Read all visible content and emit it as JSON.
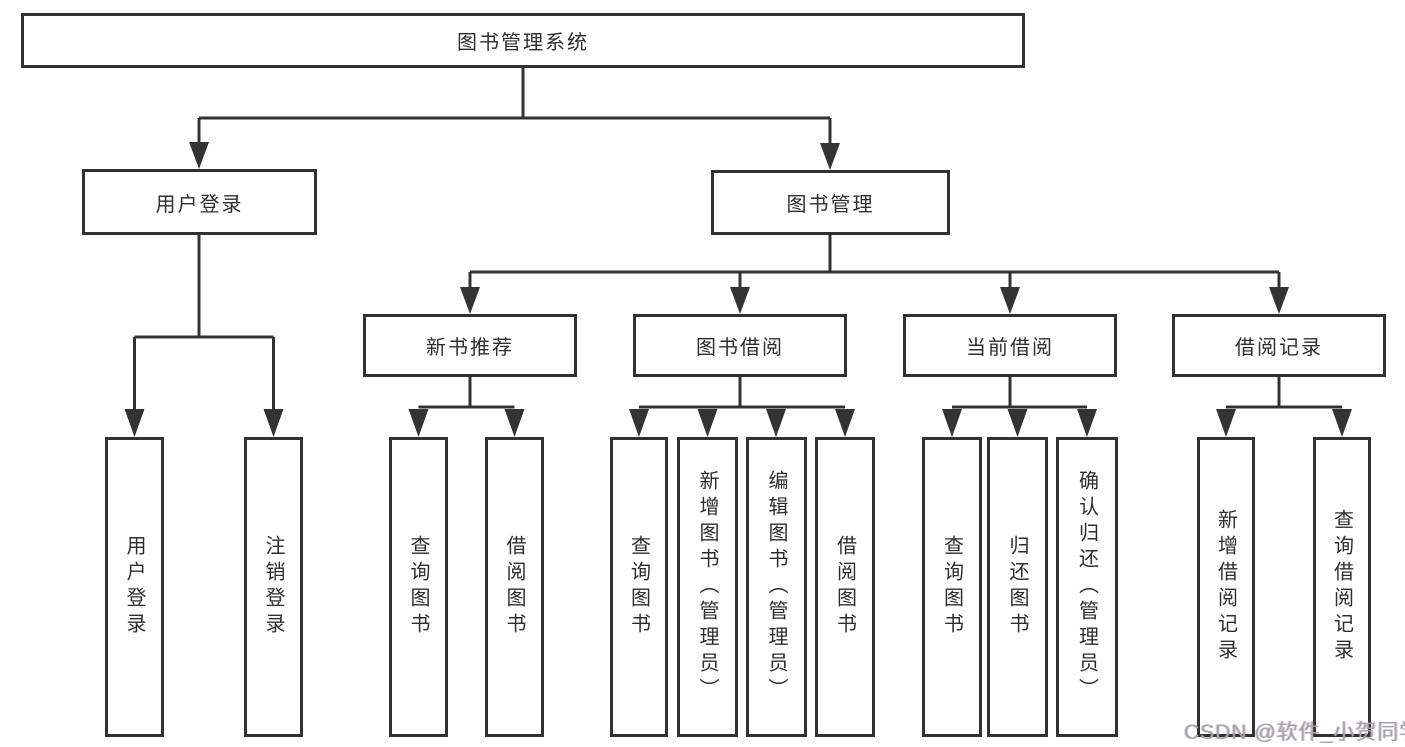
{
  "tree": {
    "label": "图书管理系统",
    "children": [
      {
        "label": "用户登录",
        "children": [
          {
            "label": "用户登录"
          },
          {
            "label": "注销登录"
          }
        ]
      },
      {
        "label": "图书管理",
        "children": [
          {
            "label": "新书推荐",
            "children": [
              {
                "label": "查询图书"
              },
              {
                "label": "借阅图书"
              }
            ]
          },
          {
            "label": "图书借阅",
            "children": [
              {
                "label": "查询图书"
              },
              {
                "label": "新增图书（管理员）"
              },
              {
                "label": "编辑图书（管理员）"
              },
              {
                "label": "借阅图书"
              }
            ]
          },
          {
            "label": "当前借阅",
            "children": [
              {
                "label": "查询图书"
              },
              {
                "label": "归还图书"
              },
              {
                "label": "确认归还（管理员）"
              }
            ]
          },
          {
            "label": "借阅记录",
            "children": [
              {
                "label": "新增借阅记录"
              },
              {
                "label": "查询借阅记录"
              }
            ]
          }
        ]
      }
    ]
  },
  "watermark": "CSDN @软件_小贺同学",
  "colors": {
    "line": "#333333",
    "border": "#313131",
    "text": "#2e2e2e",
    "watermark": "#a5a5ad",
    "background": "#ffffff"
  }
}
